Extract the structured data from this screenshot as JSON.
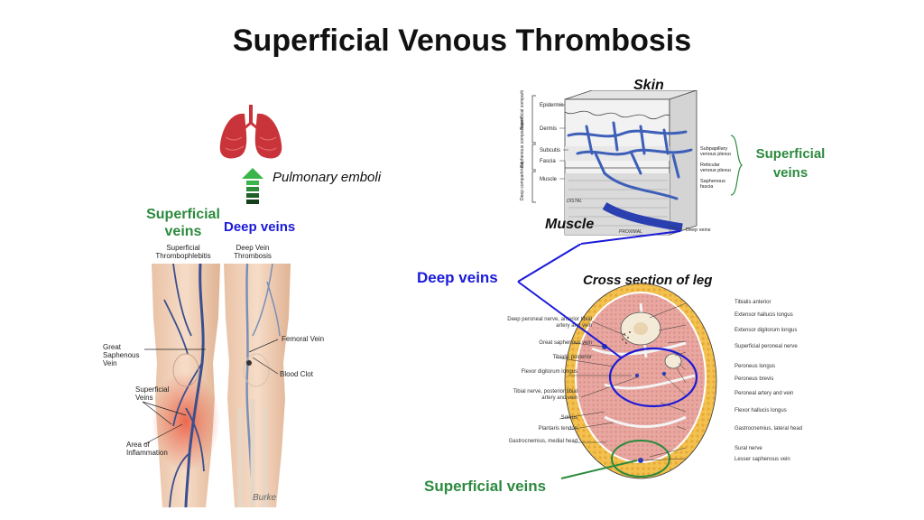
{
  "title": "Superficial Venous Thrombosis",
  "lungs_caption": "Pulmonary emboli",
  "legs": {
    "superficial_heading": "Superficial veins",
    "deep_heading": "Deep veins",
    "left_leg_title": "Superficial Thrombophlebitis",
    "right_leg_title": "Deep Vein Thrombosis",
    "labels": {
      "great_saphenous": "Great Saphenous Vein",
      "superficial_veins": "Superficial Veins",
      "area_inflammation": "Area of Inflammation",
      "femoral_vein": "Femoral Vein",
      "blood_clot": "Blood Clot"
    }
  },
  "skin_diagram": {
    "skin_label": "Skin",
    "muscle_label": "Muscle",
    "superficial_label": "Superficial veins",
    "layers": [
      "Epidermis",
      "Dermis",
      "Subcutis",
      "Fascia",
      "Muscle"
    ],
    "compartments": [
      "Superficial compartment",
      "Saphenous compartment",
      "Deep compartment"
    ],
    "right_labels": [
      "Subpapillary venous plexus",
      "Reticular venous plexus",
      "Saphenous fascia",
      "Deep veins"
    ],
    "distal": "DISTAL",
    "proximal": "PROXIMAL"
  },
  "cross_section": {
    "title": "Cross section of leg",
    "deep_veins_label": "Deep veins",
    "superficial_label": "Superficial veins",
    "left_labels": [
      "Deep peroneal nerve, anterior tibial artery and vein",
      "Great saphenous vein",
      "Tibialis posterior",
      "Flexor digitorum longus",
      "Tibial nerve, posterior tibial artery and vein",
      "Soleus",
      "Plantaris tendon",
      "Gastrocnemius, medial head"
    ],
    "right_labels": [
      "Tibialis anterior",
      "Extensor hallucis longus",
      "Extensor digitorum longus",
      "Superficial peroneal nerve",
      "Peroneus longus",
      "Peroneus brevis",
      "Peroneal artery and vein",
      "Flexor hallucis longus",
      "Gastrocnemius, lateral head",
      "Sural nerve",
      "Lesser saphenous vein"
    ]
  },
  "colors": {
    "green": "#2c8a3e",
    "blue": "#1a1ad9",
    "muscle": "#e8a7a0",
    "fat": "#f2c14e",
    "lung": "#c8343a",
    "arrow": "#3ab54a"
  }
}
